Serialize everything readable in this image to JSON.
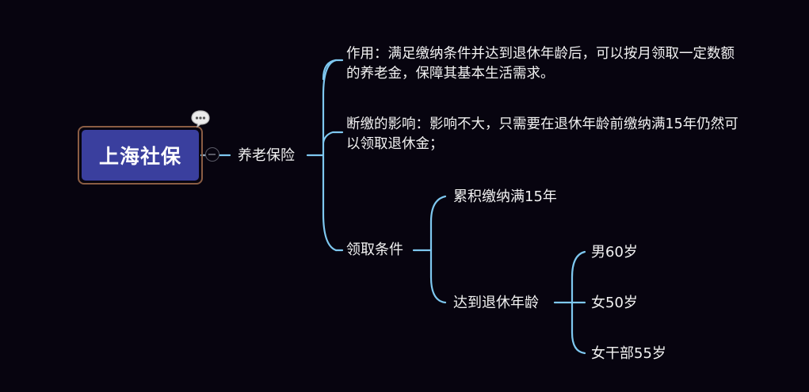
{
  "root": {
    "label": "上海社保"
  },
  "branch": {
    "label": "养老保险"
  },
  "children": {
    "function": "作用：满足缴纳条件并达到退休年龄后，可以按月领取一定数额的养老金，保障其基本生活需求。",
    "interruption": "断缴的影响：影响不大，只需要在退休年龄前缴纳满15年仍然可以领取退休金；",
    "conditions": {
      "label": "领取条件",
      "items": {
        "contribution": "累积缴纳满15年",
        "retirement_age": {
          "label": "达到退休年龄",
          "items": [
            "男60岁",
            "女50岁",
            "女干部55岁"
          ]
        }
      }
    }
  },
  "colors": {
    "background": "#07040f",
    "connector": "#7ec8f0",
    "root_fill": "#3a3f9e",
    "root_border": "#8a5d44",
    "text": "#f2f2f2"
  },
  "icons": {
    "note": "speech-bubble-icon",
    "collapse": "collapse-toggle-icon"
  }
}
